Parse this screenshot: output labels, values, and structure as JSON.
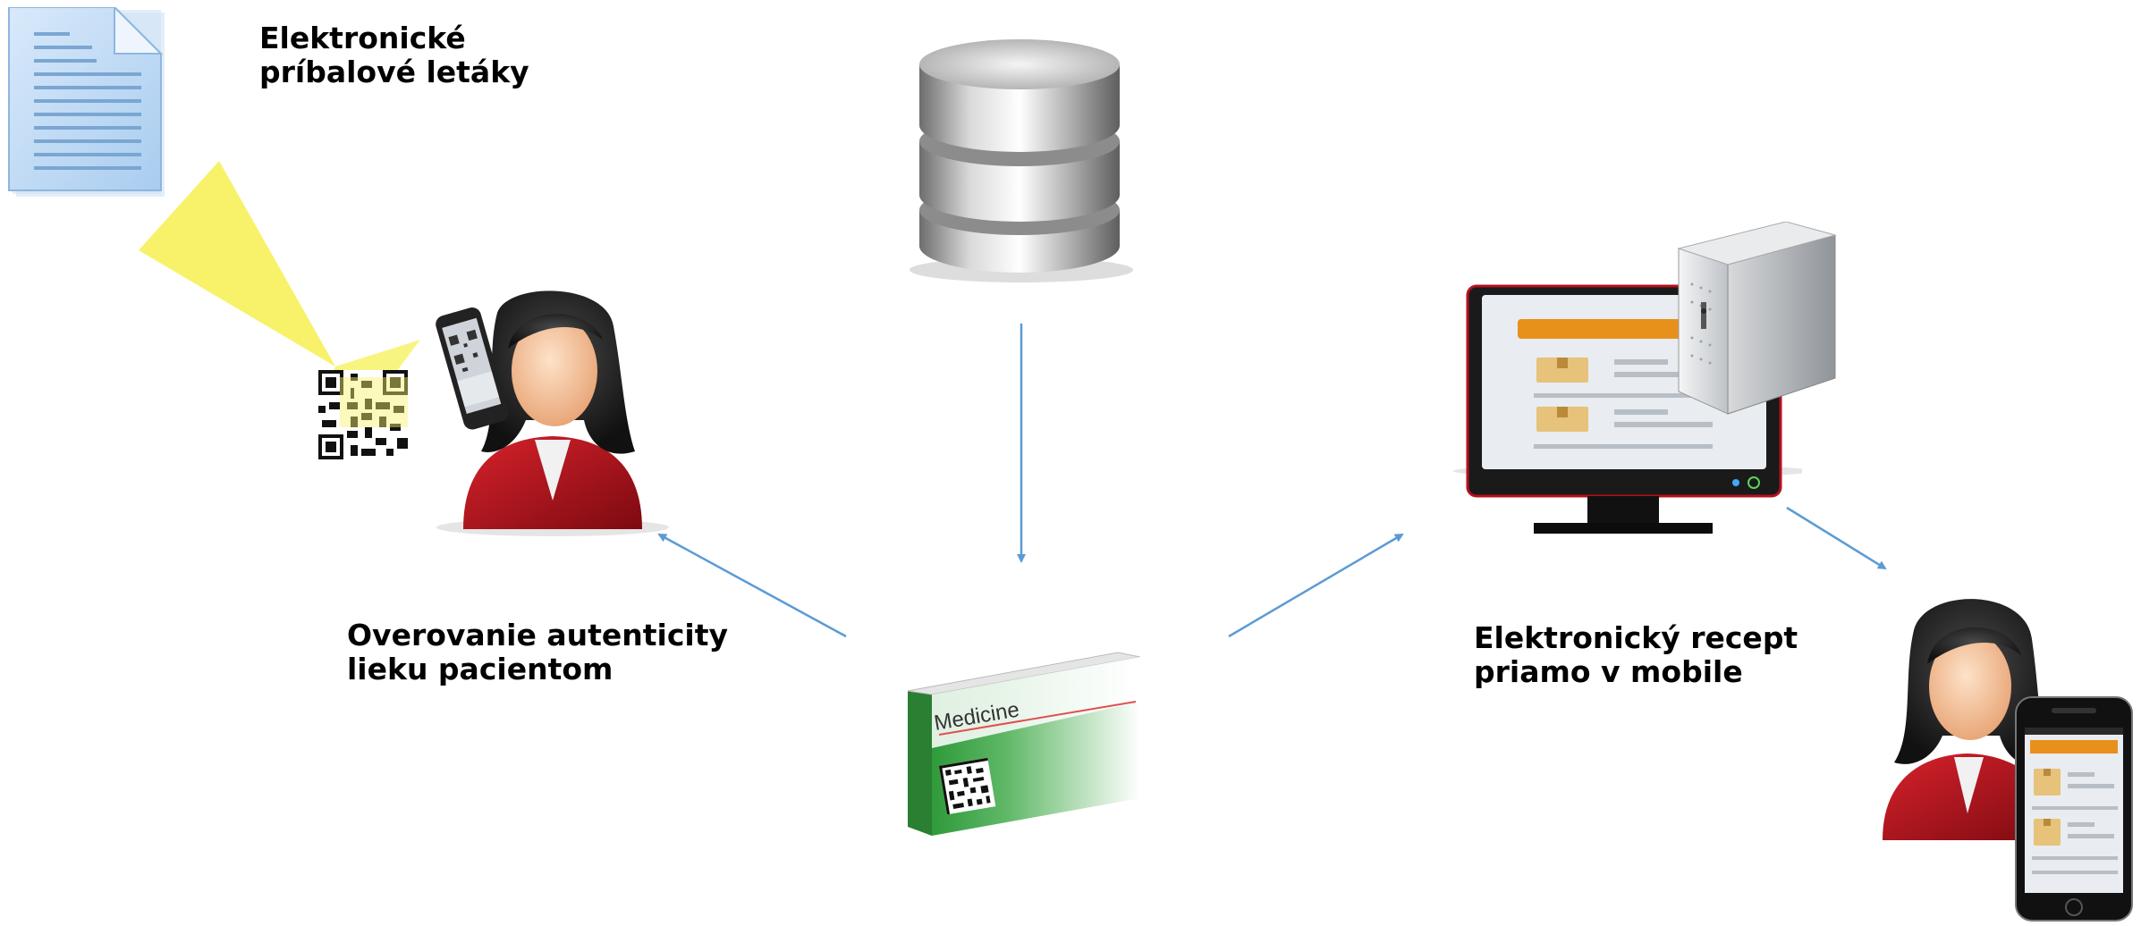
{
  "labels": {
    "leaflets": {
      "line1": "Elektronické",
      "line2": "príbalové letáky"
    },
    "authenticity": {
      "line1": "Overovanie autenticity",
      "line2": "lieku pacientom"
    },
    "prescription": {
      "line1": "Elektronický recept",
      "line2": "priamo v mobile"
    }
  },
  "medicine_box": {
    "label": "Medicine"
  },
  "icons": [
    "document-icon",
    "database-icon",
    "patient-scanning-icon",
    "qr-code-icon",
    "medicine-box-icon",
    "computer-monitor-icon",
    "server-icon",
    "patient-with-phone-icon",
    "smartphone-icon"
  ],
  "colors": {
    "arrow": "#5b9bd5",
    "scan_beam": "#f7f26a",
    "jacket": "#b3121c",
    "box_green": "#2f9a3a",
    "ui_orange": "#e8911a"
  }
}
